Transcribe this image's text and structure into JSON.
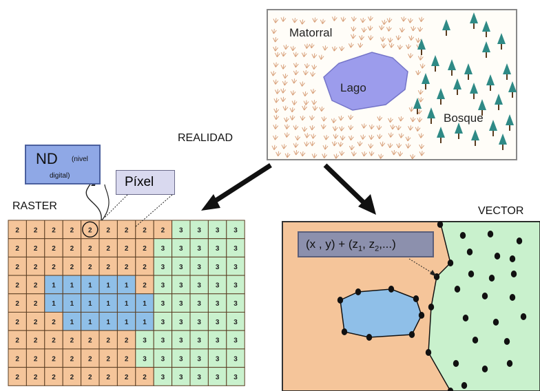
{
  "labels": {
    "realidad": "REALIDAD",
    "raster": "RASTER",
    "vector": "VECTOR",
    "nd_main": "ND",
    "nd_sub1": "(nivel",
    "nd_sub2": "digital)",
    "pixel": "Píxel",
    "coord_prefix": "(x , y) + (z",
    "coord_sub1": "1",
    "coord_mid": ", z",
    "coord_sub2": "2",
    "coord_suffix": ",...)"
  },
  "reality": {
    "matorral": "Matorral",
    "lago": "Lago",
    "bosque": "Bosque"
  },
  "raster": {
    "grid": [
      [
        2,
        2,
        2,
        2,
        2,
        2,
        2,
        2,
        2,
        3,
        3,
        3,
        3
      ],
      [
        2,
        2,
        2,
        2,
        2,
        2,
        2,
        2,
        3,
        3,
        3,
        3,
        3
      ],
      [
        2,
        2,
        2,
        2,
        2,
        2,
        2,
        2,
        3,
        3,
        3,
        3,
        3
      ],
      [
        2,
        2,
        1,
        1,
        1,
        1,
        1,
        2,
        3,
        3,
        3,
        3,
        3
      ],
      [
        2,
        2,
        1,
        1,
        1,
        1,
        1,
        1,
        3,
        3,
        3,
        3,
        3
      ],
      [
        2,
        2,
        2,
        1,
        1,
        1,
        1,
        1,
        3,
        3,
        3,
        3,
        3
      ],
      [
        2,
        2,
        2,
        2,
        2,
        2,
        2,
        3,
        3,
        3,
        3,
        3,
        3
      ],
      [
        2,
        2,
        2,
        2,
        2,
        2,
        2,
        3,
        3,
        3,
        3,
        3,
        3
      ],
      [
        2,
        2,
        2,
        2,
        2,
        2,
        2,
        2,
        3,
        3,
        3,
        3,
        3
      ]
    ],
    "highlighted_row": 0,
    "highlighted_col": 4
  },
  "colors": {
    "shrub_fill": "#f5c59a",
    "lake_fill": "#8fbfe8",
    "forest_fill": "#c9f1cd",
    "grid_line": "#5a3d22",
    "reality_lake": "#9c9cec",
    "tree": "#2f8a86",
    "arrow": "#111111"
  }
}
